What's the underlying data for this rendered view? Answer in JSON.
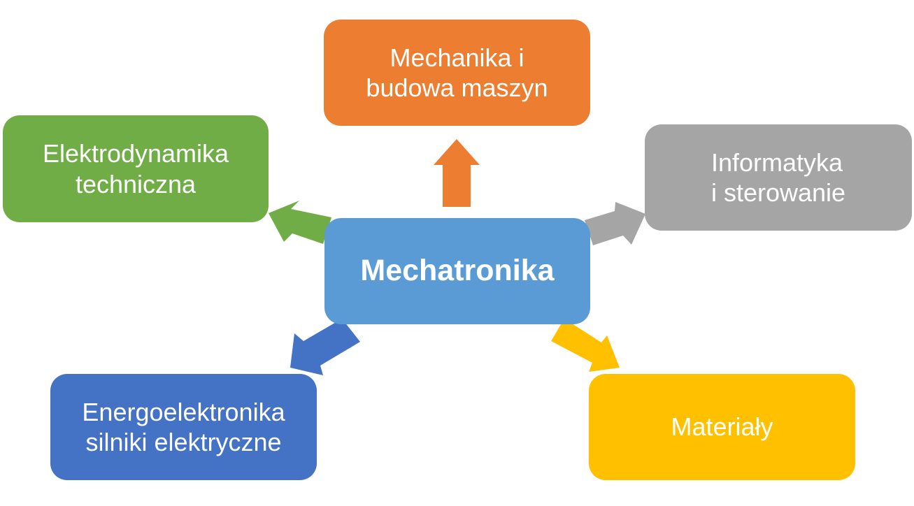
{
  "diagram": {
    "center": {
      "label": "Mechatronika",
      "color": "#5B9BD5"
    },
    "nodes": [
      {
        "id": "mechanika",
        "lines": [
          "Mechanika i",
          "budowa maszyn"
        ],
        "color": "#ED7D31"
      },
      {
        "id": "elektrodynamika",
        "lines": [
          "Elektrodynamika",
          "techniczna"
        ],
        "color": "#70AD47"
      },
      {
        "id": "informatyka",
        "lines": [
          "Informatyka",
          "i sterowanie"
        ],
        "color": "#A5A5A5"
      },
      {
        "id": "energoelektronika",
        "lines": [
          "Energoelektronika",
          "silniki elektryczne"
        ],
        "color": "#4472C4"
      },
      {
        "id": "materialy",
        "lines": [
          "Materiały"
        ],
        "color": "#FFC000"
      }
    ],
    "arrows": [
      {
        "to": "mechanika",
        "color": "#ED7D31"
      },
      {
        "to": "elektrodynamika",
        "color": "#70AD47"
      },
      {
        "to": "informatyka",
        "color": "#A5A5A5"
      },
      {
        "to": "energoelektronika",
        "color": "#4472C4"
      },
      {
        "to": "materialy",
        "color": "#FFC000"
      }
    ]
  }
}
